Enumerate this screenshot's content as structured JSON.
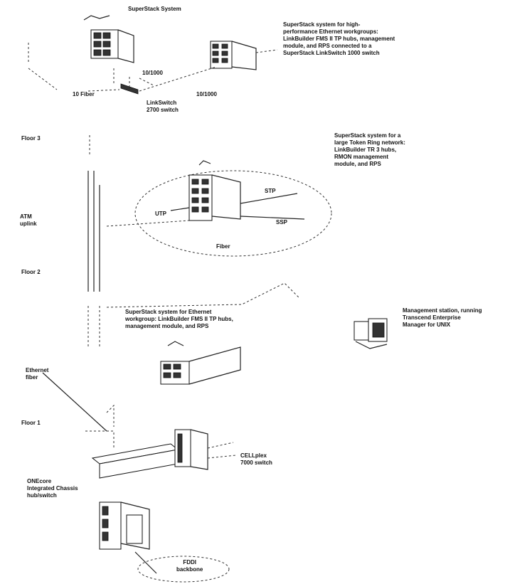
{
  "labels": {
    "superstack_system_top": "SuperStack System",
    "superstack_top_desc": "SuperStack system for high-\nperformance Ethernet workgroups:\nLinkBuilder FMS II TP hubs, management\nmodule, and RPS connected to a\nSuperStack LinkSwitch 1000 switch",
    "tp_1000_a": "10/1000",
    "tp_1000_b": "10/1000",
    "ft_fiber": "10 Fiber",
    "linkswitch": "LinkSwitch\n2700 switch",
    "floor_3": "Floor 3",
    "superstack_mid_desc": "SuperStack system for a\nlarge Token Ring network:\nLinkBuilder TR 3 hubs,\nRMON management\nmodule, and RPS",
    "atm_uplink": "ATM\nuplink",
    "stp": "STP",
    "utp": "UTP",
    "ssp": "SSP",
    "fiber_mid": "Fiber",
    "floor_2": "Floor 2",
    "superstack_low_desc": "SuperStack system for Ethernet\nworkgroup: LinkBuilder FMS II TP hubs,\nmanagement module, and RPS",
    "mgmt_station": "Management station, running\nTranscend Enterprise\nManager for UNIX",
    "ethernet_fiber": "Ethernet\nfiber",
    "floor_1": "Floor 1",
    "cellplex_switch": "CELLplex\n7000 switch",
    "onecore_hub": "ONEcore\nIntegrated Chassis\nhub/switch",
    "fddi_backbone": "FDDI\nbackbone"
  }
}
